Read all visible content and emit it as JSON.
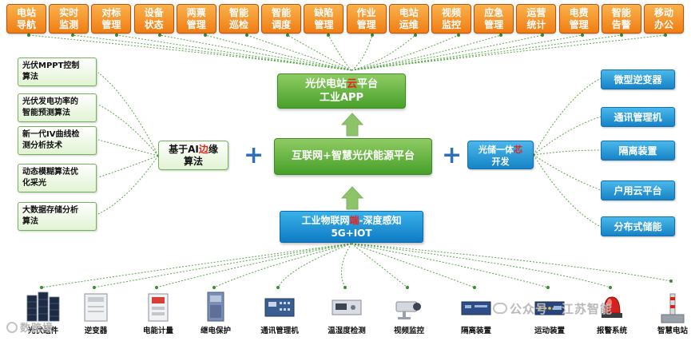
{
  "top_functions": [
    {
      "l1": "电站",
      "l2": "导航"
    },
    {
      "l1": "实时",
      "l2": "监测"
    },
    {
      "l1": "对标",
      "l2": "管理"
    },
    {
      "l1": "设备",
      "l2": "状态"
    },
    {
      "l1": "两票",
      "l2": "管理"
    },
    {
      "l1": "智能",
      "l2": "巡检"
    },
    {
      "l1": "智能",
      "l2": "调度"
    },
    {
      "l1": "缺陷",
      "l2": "管理"
    },
    {
      "l1": "作业",
      "l2": "管理"
    },
    {
      "l1": "电站",
      "l2": "运维"
    },
    {
      "l1": "视频",
      "l2": "监控"
    },
    {
      "l1": "应急",
      "l2": "管理"
    },
    {
      "l1": "运营",
      "l2": "统计"
    },
    {
      "l1": "电费",
      "l2": "管理"
    },
    {
      "l1": "智能",
      "l2": "告警"
    },
    {
      "l1": "移动",
      "l2": "办公"
    }
  ],
  "cloud_platform": {
    "pre": "光伏电站",
    "highlight": "云",
    "post": "平台",
    "line2": "工业APP"
  },
  "energy_platform": {
    "label": "互联网+智慧光伏能源平台"
  },
  "iot_platform": {
    "pre": "工业物联网",
    "highlight": "端",
    "post": "-深度感知",
    "line2": "5G+IOT"
  },
  "edge_ai": {
    "pre": "基于AI",
    "highlight": "边",
    "post": "缘",
    "line2": "算法"
  },
  "storage_chip": {
    "pre": "光储一体",
    "highlight": "芯",
    "line2": "开发"
  },
  "algorithms": [
    {
      "l1": "光伏MPPT控制",
      "l2": "算法"
    },
    {
      "l1": "光伏发电功率的",
      "l2": "智能预测算法"
    },
    {
      "l1": "新一代IV曲线检",
      "l2": "测分析技术"
    },
    {
      "l1": "动态模糊算法优",
      "l2": "化采光"
    },
    {
      "l1": "大数据存储分析",
      "l2": "算法"
    }
  ],
  "right_devices": [
    "微型逆变器",
    "通讯管理机",
    "隔离装置",
    "户用云平台",
    "分布式储能"
  ],
  "plus_signs": [
    "+",
    "+"
  ],
  "bottom_devices": [
    {
      "label": "光伏组件",
      "icon": "solar-panel-icon"
    },
    {
      "label": "逆变器",
      "icon": "inverter-icon"
    },
    {
      "label": "电能计量",
      "icon": "energy-meter-icon"
    },
    {
      "label": "继电保护",
      "icon": "relay-protection-icon"
    },
    {
      "label": "通讯管理机",
      "icon": "communication-manager-icon"
    },
    {
      "label": "温湿度检测",
      "icon": "temperature-humidity-icon"
    },
    {
      "label": "视频监控",
      "icon": "video-camera-icon"
    },
    {
      "label": "隔离装置",
      "icon": "isolation-device-icon"
    },
    {
      "label": "运动装置",
      "icon": "telecontrol-device-icon"
    },
    {
      "label": "报警系统",
      "icon": "alarm-light-icon"
    },
    {
      "label": "智慧电站",
      "icon": "smart-station-icon"
    }
  ],
  "watermarks": {
    "left": "数跨境",
    "right_a": "公众号",
    "right_b": "· 江苏智能"
  },
  "colors": {
    "function_orange": "#f28c1c",
    "platform_green": "#5fb138",
    "device_blue": "#1f93d6",
    "highlight_red": "#e8231b",
    "connector_green": "#5aa84a",
    "arrow_green": "#8dc46a"
  }
}
